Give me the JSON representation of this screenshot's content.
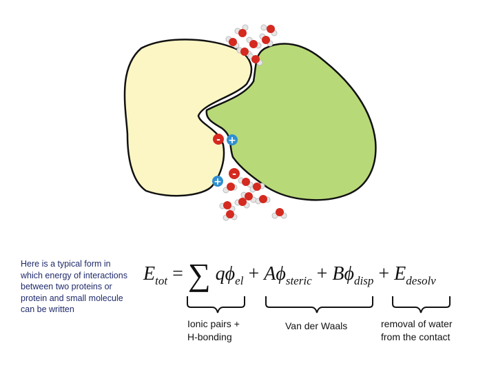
{
  "description_text": "Here is a typical form in which energy of interactions between two proteins or protein and small molecule can be written",
  "ion_signs": {
    "negative": "-",
    "positive": "+"
  },
  "equation": {
    "E": "E",
    "tot": "tot",
    "equals": "=",
    "sum": "∑",
    "q": "q",
    "phi": "ϕ",
    "el": "el",
    "plus": "+",
    "A": "A",
    "steric": "steric",
    "B": "B",
    "disp": "disp",
    "desolv": "desolv"
  },
  "terms": {
    "ionic": [
      "Ionic pairs +",
      "H-bonding"
    ],
    "vdw": "Van der Waals",
    "desolvation": [
      "removal of water",
      "from the contact"
    ]
  },
  "colors": {
    "protein_left": "#fbf6c4",
    "protein_right": "#b8d978",
    "oxygen": "#d42a20",
    "hydrogen": "#e6e6e6",
    "negative_ion": "#d42a20",
    "positive_ion": "#2f8fd0",
    "note_text": "#1f2a6b"
  }
}
